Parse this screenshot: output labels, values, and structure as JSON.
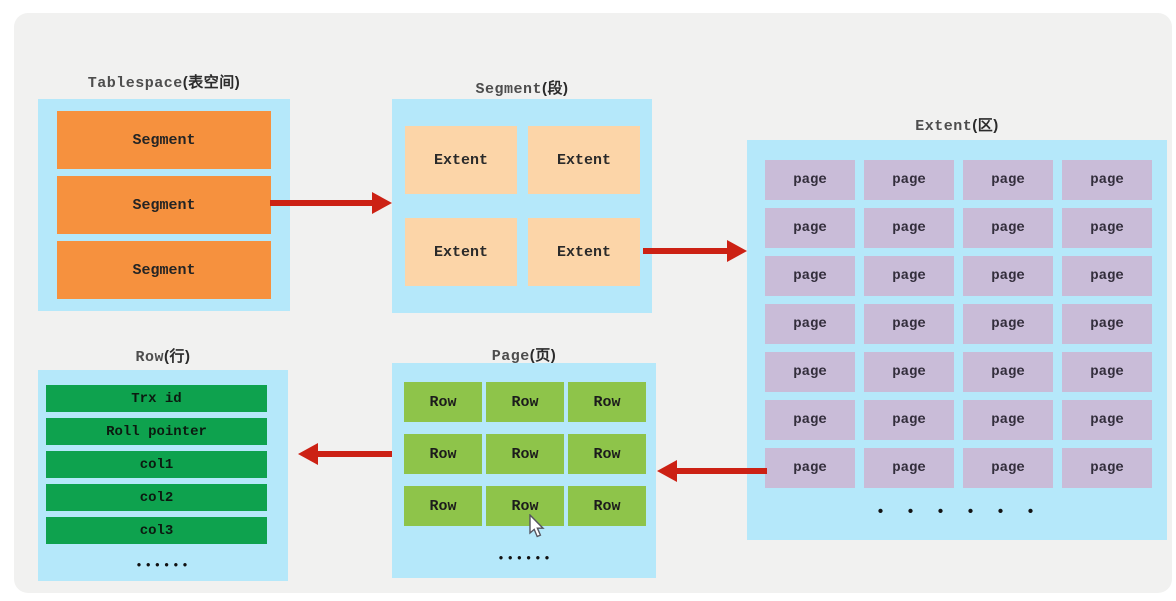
{
  "diagram": {
    "colors": {
      "panel_bg": "#f1f1f0",
      "container_bg": "#b5e8fa",
      "segment_box": "#f6913e",
      "extent_box": "#fcd5a8",
      "page_box": "#c9bcd8",
      "row_field_box": "#0ea24e",
      "row_box": "#8ec44a",
      "arrow": "#cc2114"
    },
    "tablespace_panel": {
      "title_en": "Tablespace",
      "title_zh": "(表空间)",
      "segment_label": "Segment",
      "segment_count": 3
    },
    "segment_panel": {
      "title_en": "Segment",
      "title_zh": "(段)",
      "extent_label": "Extent",
      "extent_count": 4
    },
    "extent_panel": {
      "title_en": "Extent",
      "title_zh": "(区)",
      "page_label": "page",
      "rows": 7,
      "cols": 4,
      "ellipsis": "• • • • • •"
    },
    "page_panel": {
      "title_en": "Page",
      "title_zh": "(页)",
      "row_label": "Row",
      "rows": 3,
      "cols": 3,
      "ellipsis": "••••••"
    },
    "row_panel": {
      "title_en": "Row",
      "title_zh": "(行)",
      "fields": [
        "Trx id",
        "Roll pointer",
        "col1",
        "col2",
        "col3"
      ],
      "ellipsis": "••••••"
    }
  }
}
